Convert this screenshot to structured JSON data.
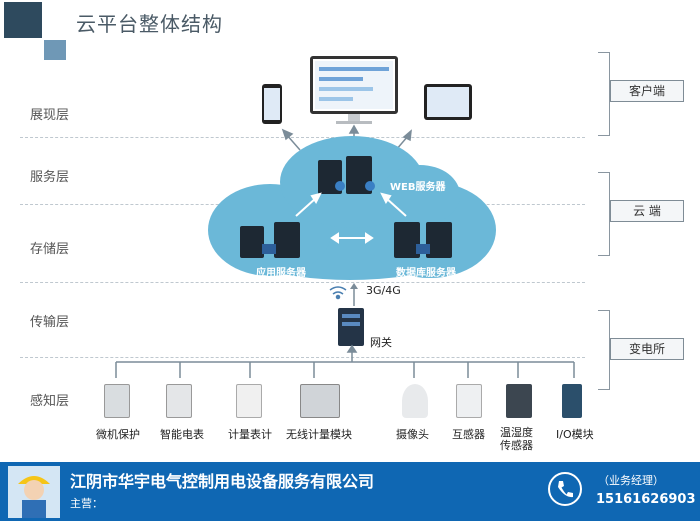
{
  "title": "云平台整体结构",
  "layers": {
    "display": "展现层",
    "service": "服务层",
    "storage": "存储层",
    "transport": "传输层",
    "perception": "感知层"
  },
  "side_labels": {
    "client": "客户端",
    "cloud": "云  端",
    "substation": "变电所"
  },
  "nodes": {
    "web_server": "WEB服务器",
    "app_server": "应用服务器",
    "db_server": "数据库服务器",
    "network": "3G/4G",
    "gateway": "网关"
  },
  "devices": [
    "微机保护",
    "智能电表",
    "计量表计",
    "无线计量模块",
    "摄像头",
    "互感器",
    "温湿度\n传感器",
    "I/O模块"
  ],
  "footer": {
    "company": "江阴市华宇电气控制用电设备服务有限公司",
    "main_business": "主营：",
    "role": "（业务经理）",
    "phone": "15161626903"
  },
  "colors": {
    "cloud": "#6bb8d8",
    "server": "#1d2833",
    "footer": "#0f67b3",
    "arrow": "#7b8c99"
  },
  "icons": {
    "phone": "phone-icon",
    "mascot": "worker-mascot-icon"
  }
}
